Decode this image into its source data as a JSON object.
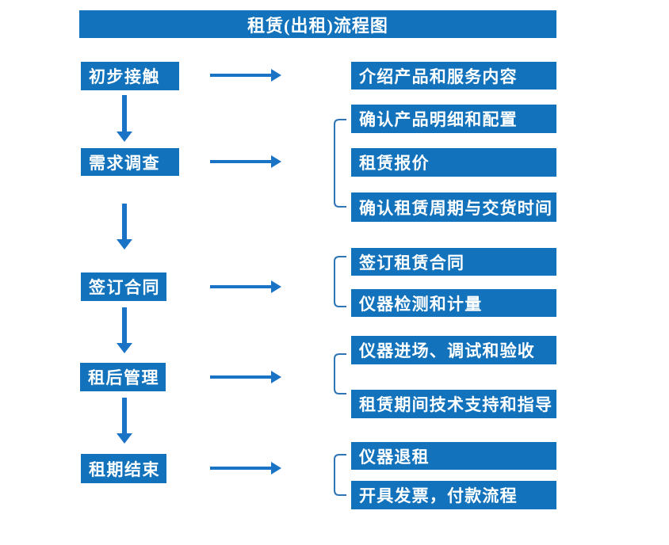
{
  "title": "租赁(出租)流程图",
  "colors": {
    "box_fill": "#1272bb",
    "arrow": "#1b73c6",
    "bracket": "#2e75b6",
    "box_text": "#ffffff",
    "background": "#ffffff"
  },
  "steps": [
    {
      "label": "初步接触",
      "details": [
        "介绍产品和服务内容"
      ]
    },
    {
      "label": "需求调查",
      "details": [
        "确认产品明细和配置",
        "租赁报价",
        "确认租赁周期与交货时间"
      ]
    },
    {
      "label": "签订合同",
      "details": [
        "签订租赁合同",
        "仪器检测和计量"
      ]
    },
    {
      "label": "租后管理",
      "details": [
        "仪器进场、调试和验收",
        "租赁期间技术支持和指导"
      ]
    },
    {
      "label": "租期结束",
      "details": [
        "仪器退租",
        "开具发票，付款流程"
      ]
    }
  ]
}
